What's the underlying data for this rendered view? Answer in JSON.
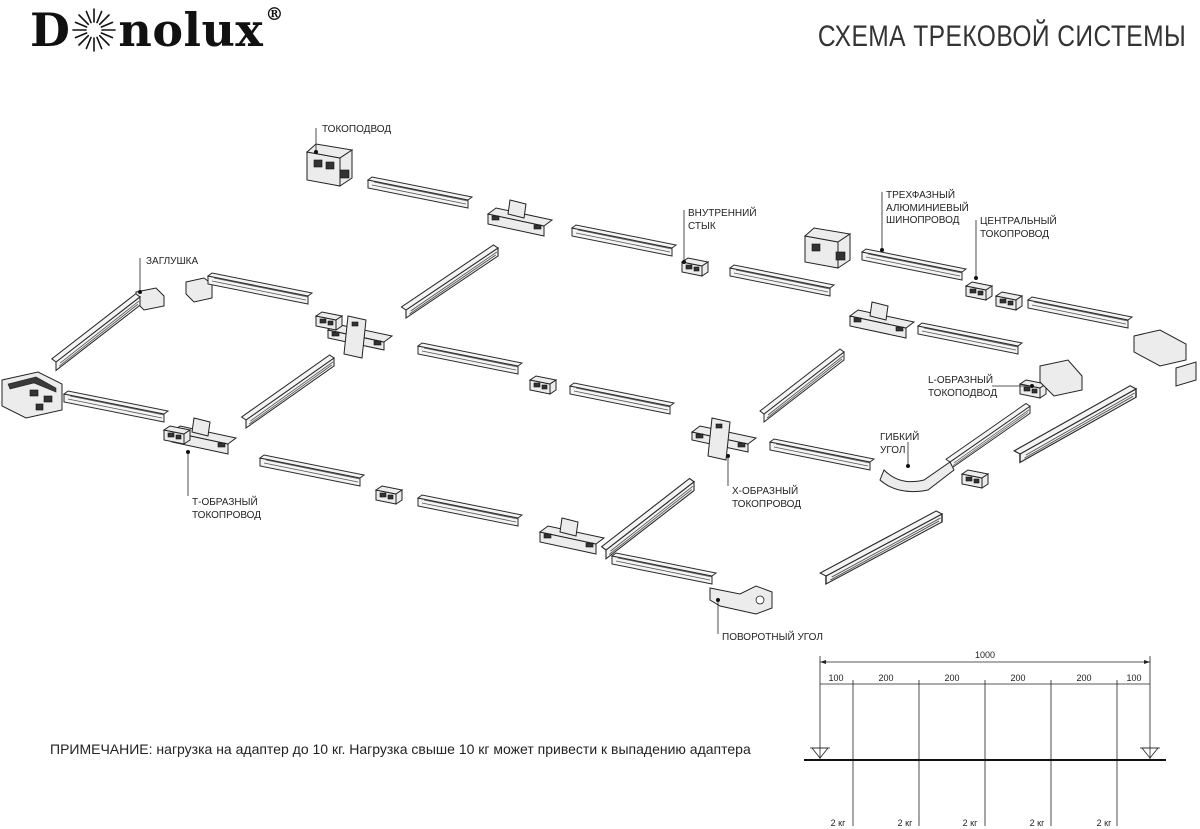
{
  "brand": {
    "name_prefix": "D",
    "name_suffix": "nolux",
    "registered": "®"
  },
  "title": "СХЕМА ТРЕКОВОЙ СИСТЕМЫ",
  "labels": {
    "tokopodvod": "ТОКОПОДВОД",
    "zaglushka": "ЗАГЛУШКА",
    "vnutrenniy_1": "ВНУТРЕННИЙ",
    "vnutrenniy_2": "СТЫК",
    "trehfazny_1": "ТРЕХФАЗНЫЙ",
    "trehfazny_2": "АЛЮМИНИЕВЫЙ",
    "trehfazny_3": "ШИНОПРОВОД",
    "centralny_1": "ЦЕНТРАЛЬНЫЙ",
    "centralny_2": "ТОКОПРОВОД",
    "l_1": "L-ОБРАЗНЫЙ",
    "l_2": "ТОКОПОДВОД",
    "gibkiy_1": "ГИБКИЙ",
    "gibkiy_2": "УГОЛ",
    "x_1": "Х-ОБРАЗНЫЙ",
    "x_2": "ТОКОПРОВОД",
    "t_1": "Т-ОБРАЗНЫЙ",
    "t_2": "ТОКОПРОВОД",
    "povorotny": "ПОВОРОТНЫЙ УГОЛ"
  },
  "note": "ПРИМЕЧАНИЕ: нагрузка на адаптер до 10 кг. Нагрузка свыше 10 кг может привести к выпадению адаптера",
  "load_diagram": {
    "total": "1000",
    "segments": [
      "100",
      "200",
      "200",
      "200",
      "200",
      "100"
    ],
    "loads": [
      "2 кг",
      "2 кг",
      "2 кг",
      "2 кг",
      "2 кг"
    ]
  }
}
